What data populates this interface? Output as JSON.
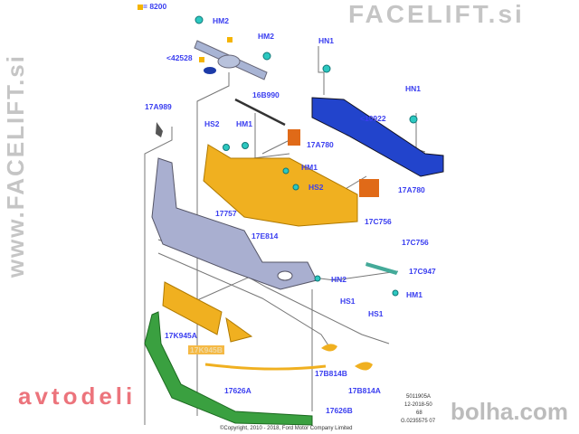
{
  "legend": {
    "text": "= 8200",
    "color": "#f5b400"
  },
  "labels": {
    "hm2_a": "HM2",
    "hm2_b": "HM2",
    "emblem": "<42528",
    "moulding": "16B990",
    "bracket_left": "17A989",
    "hs2_a": "HS2",
    "hm1_a": "HM1",
    "hn1_a": "HN1",
    "hn1_b": "HN1",
    "reinforcement": "<10922",
    "absorber_a": "17A780",
    "hm1_b": "HM1",
    "hs2_b": "HS2",
    "absorber_b": "17A780",
    "bumper_cover": "17757",
    "isolator": "17E814",
    "c756_a": "17C756",
    "c756_b": "17C756",
    "c947": "17C947",
    "hn2": "HN2",
    "hm1_c": "HM1",
    "hs1_a": "HS1",
    "hs1_b": "HS1",
    "grille_a": "17K945A",
    "grille_b": "17K945B",
    "lamp_b": "17B814B",
    "lamp_a": "17B814A",
    "trim_a": "17626A",
    "spoiler_b": "17626B"
  },
  "footer": {
    "copyright": "©Copyright, 2010 - 2018, Ford Motor Company Limited",
    "ref1": "5011905A",
    "ref2": "12-2018-50",
    "ref3": "68",
    "ref4": "G.0235575 07"
  },
  "watermarks": {
    "main": "FACELIFT.si",
    "red": "avtodeli",
    "bottom": "www.FACELIFT.si",
    "bolha": "bolha.com"
  }
}
